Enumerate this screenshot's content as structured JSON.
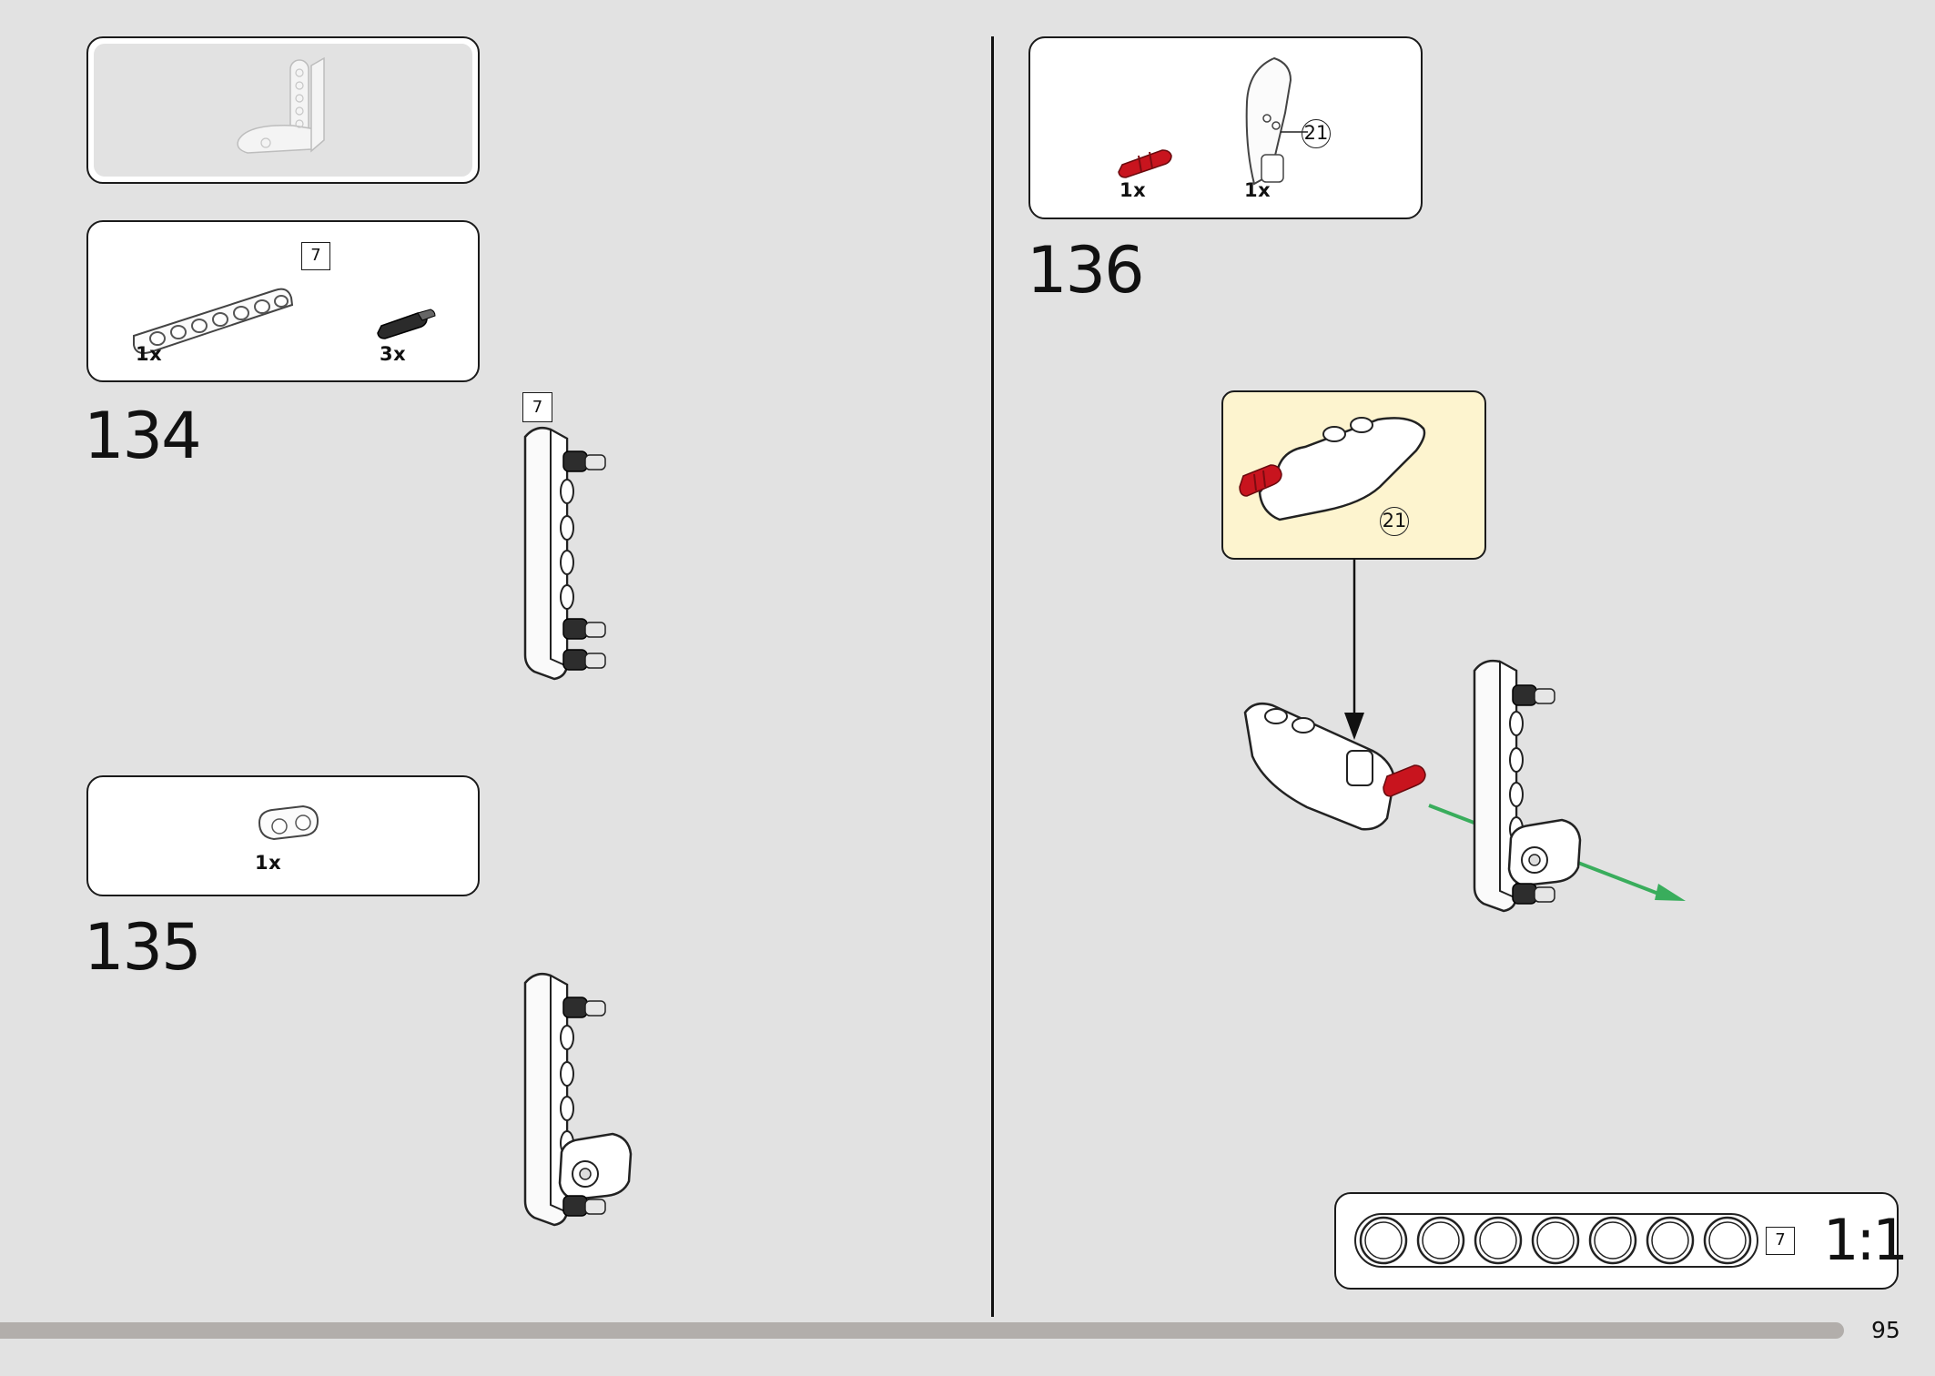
{
  "page_number": "95",
  "steps": [
    {
      "number": "134",
      "parts": [
        {
          "qty": "1x"
        },
        {
          "qty": "3x"
        }
      ],
      "beam_length_label": "7",
      "model_length_label": "7"
    },
    {
      "number": "135",
      "parts": [
        {
          "qty": "1x"
        }
      ]
    },
    {
      "number": "136",
      "parts": [
        {
          "qty": "1x"
        },
        {
          "qty": "1x"
        }
      ],
      "part_callout": "21",
      "subassembly_callout": "21"
    }
  ],
  "scale_reference": {
    "length_label": "7",
    "ratio": "1:1",
    "holes": 7
  },
  "colors": {
    "page_bg": "#e2e2e2",
    "subassembly_bg": "#fdf4cf",
    "red_pin": "#c8141e",
    "green_arrow": "#39ad5c",
    "progress_bar": "#b2aeab"
  }
}
